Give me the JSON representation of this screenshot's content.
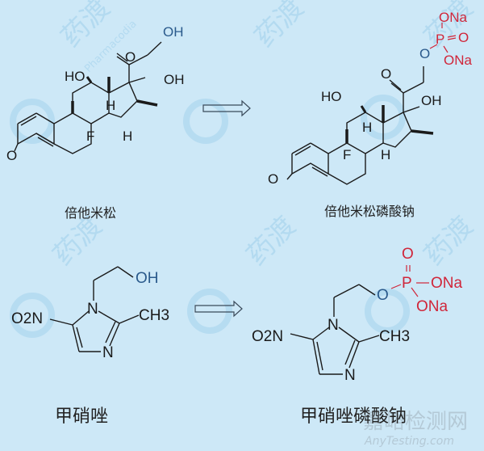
{
  "colors": {
    "background": "#cde8f7",
    "bond": "#1a1a1a",
    "hydroxyl_blue": "#2a5a8c",
    "phosphate_red": "#d0263a",
    "watermark": "#9fd0ec"
  },
  "watermarks": {
    "brand_cn": "药渡",
    "brand_en": "Pharmacodia",
    "site_cn": "嘉峪检测网",
    "site_en": "AnyTesting.com"
  },
  "reactions": [
    {
      "reactant": {
        "name": "倍他米松",
        "atoms": [
          "OH",
          "O",
          "HO",
          "OH",
          "H",
          "F",
          "H",
          "O"
        ]
      },
      "arrow": "⇨",
      "product": {
        "name": "倍他米松磷酸钠",
        "atoms": [
          "ONa",
          "P",
          "O",
          "O",
          "ONa",
          "O",
          "HO",
          "OH",
          "H",
          "F",
          "H",
          "O"
        ]
      }
    },
    {
      "reactant": {
        "name": "甲硝唑",
        "atoms": [
          "OH",
          "N",
          "O2N",
          "CH3",
          "N"
        ]
      },
      "arrow": "⇨",
      "product": {
        "name": "甲硝唑磷酸钠",
        "atoms": [
          "O",
          "P",
          "ONa",
          "O",
          "ONa",
          "N",
          "O2N",
          "CH3",
          "N"
        ]
      }
    }
  ]
}
